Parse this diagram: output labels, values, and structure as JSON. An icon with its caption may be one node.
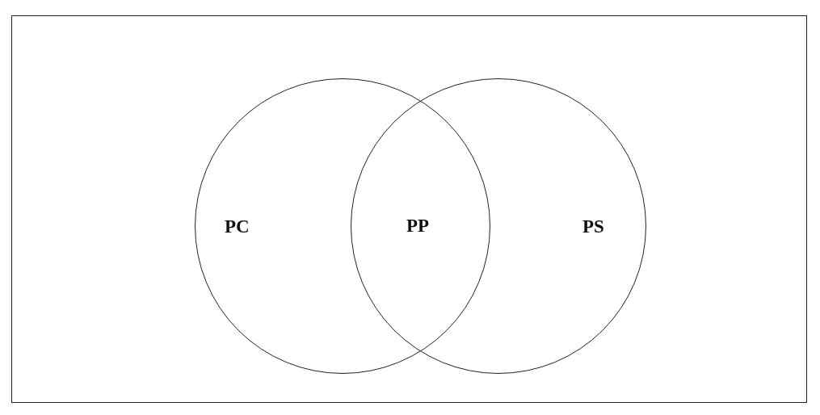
{
  "diagram": {
    "nodes": [
      {
        "text": [
          "PC"
        ]
      },
      {
        "text": [
          "PS"
        ]
      }
    ],
    "labels": [
      "PP"
    ]
  }
}
